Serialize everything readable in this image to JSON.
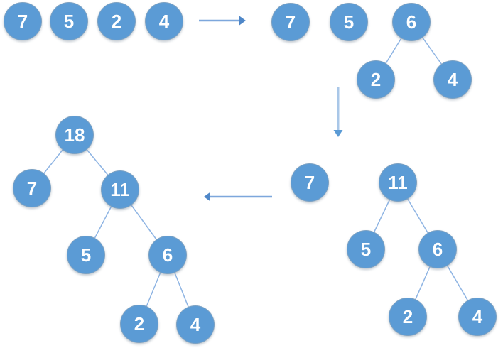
{
  "diagram": {
    "steps": [
      {
        "id": "step-1-initial-forest",
        "nodes": [
          "7",
          "5",
          "2",
          "4"
        ],
        "edges": []
      },
      {
        "id": "step-2-merge-2-4",
        "nodes": [
          "7",
          "5",
          "6",
          "2",
          "4"
        ],
        "edges": [
          [
            "6",
            "2"
          ],
          [
            "6",
            "4"
          ]
        ]
      },
      {
        "id": "step-3-merge-5-6",
        "nodes": [
          "7",
          "11",
          "5",
          "6",
          "2",
          "4"
        ],
        "edges": [
          [
            "11",
            "5"
          ],
          [
            "11",
            "6"
          ],
          [
            "6",
            "2"
          ],
          [
            "6",
            "4"
          ]
        ]
      },
      {
        "id": "step-4-final-tree",
        "nodes": [
          "18",
          "7",
          "11",
          "5",
          "6",
          "2",
          "4"
        ],
        "edges": [
          [
            "18",
            "7"
          ],
          [
            "18",
            "11"
          ],
          [
            "11",
            "5"
          ],
          [
            "11",
            "6"
          ],
          [
            "6",
            "2"
          ],
          [
            "6",
            "4"
          ]
        ]
      }
    ],
    "arrows": [
      {
        "id": "arrow-step1-to-step2",
        "direction": "right"
      },
      {
        "id": "arrow-step2-to-step3",
        "direction": "down"
      },
      {
        "id": "arrow-step3-to-step4",
        "direction": "left"
      }
    ]
  },
  "colors": {
    "node_fill": "#5b9bd5",
    "node_text": "#ffffff",
    "edge_line": "#8eb4e3",
    "arrow_line": "#7da7dc",
    "arrow_head": "#4f87c8",
    "down_arrow_line": "#a9c7e8",
    "down_arrow_head": "#5b9bd5"
  }
}
